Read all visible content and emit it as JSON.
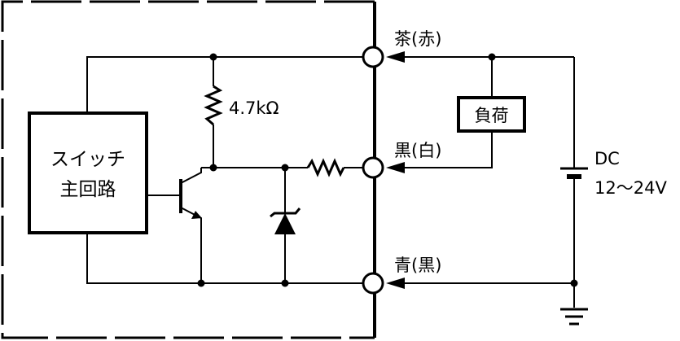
{
  "diagram": {
    "type": "circuit-schematic",
    "block": {
      "line1": "スイッチ",
      "line2": "主回路"
    },
    "pullup_resistor": "4.7kΩ",
    "load": "負荷",
    "terminals": {
      "brown": "茶(赤)",
      "black": "黒(白)",
      "blue": "青(黒)"
    },
    "supply": {
      "line1": "DC",
      "line2": "12～24V"
    },
    "colors": {
      "line": "#000000",
      "background": "#ffffff"
    }
  }
}
